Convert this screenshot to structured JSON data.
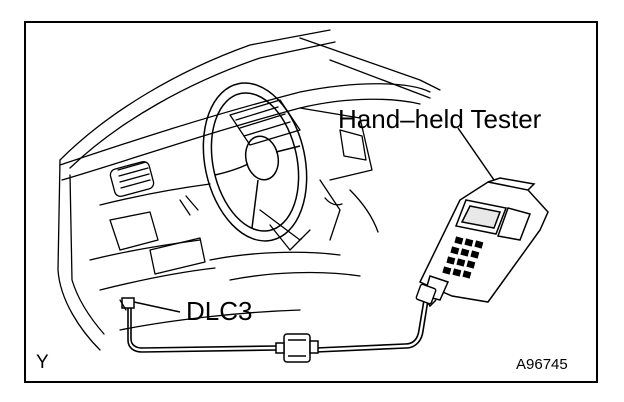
{
  "labels": {
    "tester": "Hand–held Tester",
    "dlc3": "DLC3",
    "view_mark": "Y",
    "figure_code": "A96745"
  },
  "colors": {
    "line": "#000000",
    "background": "#ffffff"
  }
}
